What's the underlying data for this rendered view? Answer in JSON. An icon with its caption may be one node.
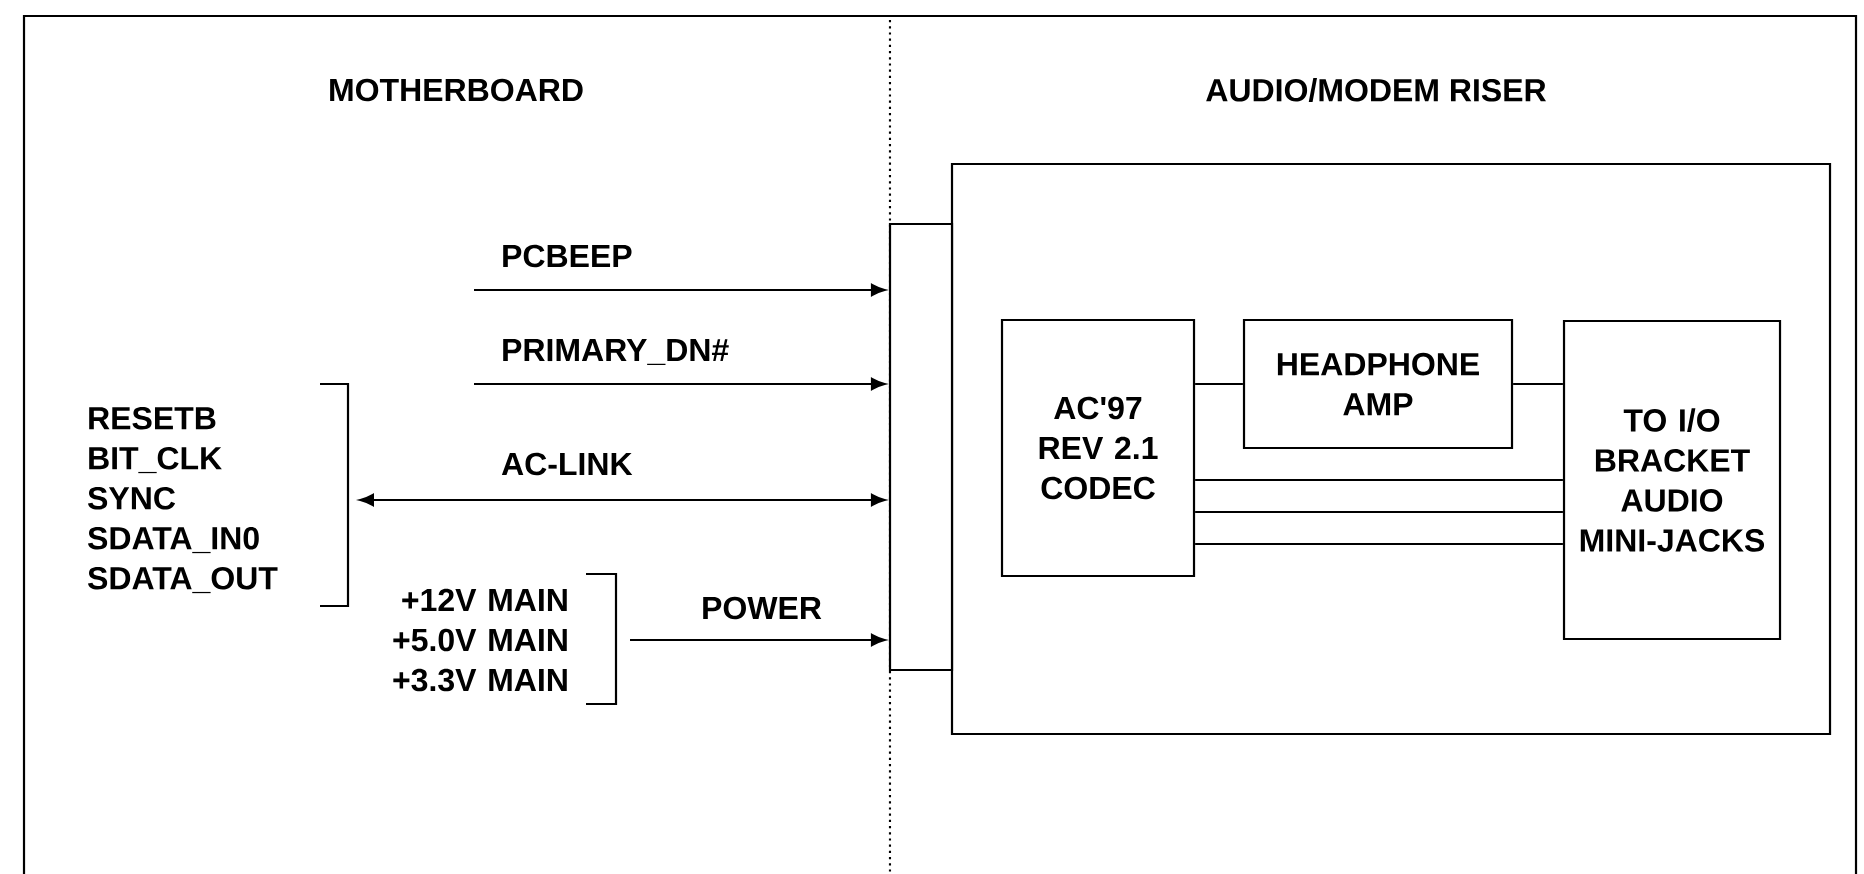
{
  "diagram": {
    "nodes": [
      {
        "text": [],
        "shape": "box"
      },
      {
        "text": [],
        "shape": "box"
      },
      {
        "text": [
          "AC'97 REV 2.1 CODEC"
        ],
        "in": 0
      },
      {
        "text": [
          "HEADPHONE AMP"
        ],
        "in": 0
      },
      {
        "text": [
          "TO I/O BRACKET AUDIO MINI-JACKS"
        ],
        "in": 0
      },
      {
        "text": [
          "RESETB BIT_CLK SYNC SDATA_IN0 SDATA_OUT"
        ]
      },
      {
        "text": [
          "+12V MAIN +5.0V MAIN +3.3V MAIN"
        ]
      }
    ],
    "edges": [
      {
        "from": null,
        "to": 1,
        "arrow": "to",
        "label": "PCBEEP"
      },
      {
        "from": null,
        "to": 1,
        "arrow": "to",
        "label": "PRIMARY_DN#"
      },
      {
        "from": 5,
        "to": 1,
        "arrow": "both",
        "label": "AC-LINK"
      },
      {
        "from": 6,
        "to": 1,
        "arrow": "to",
        "label": "POWER"
      },
      {
        "from": 2,
        "to": 3,
        "arrow": "none"
      },
      {
        "from": 3,
        "to": 4,
        "arrow": "none"
      },
      {
        "from": 2,
        "to": 4,
        "arrow": "none"
      },
      {
        "from": 2,
        "to": 4,
        "arrow": "none"
      },
      {
        "from": 2,
        "to": 4,
        "arrow": "none"
      }
    ],
    "labels": [
      "MOTHERBOARD",
      "AUDIO/MODEM RISER"
    ]
  }
}
